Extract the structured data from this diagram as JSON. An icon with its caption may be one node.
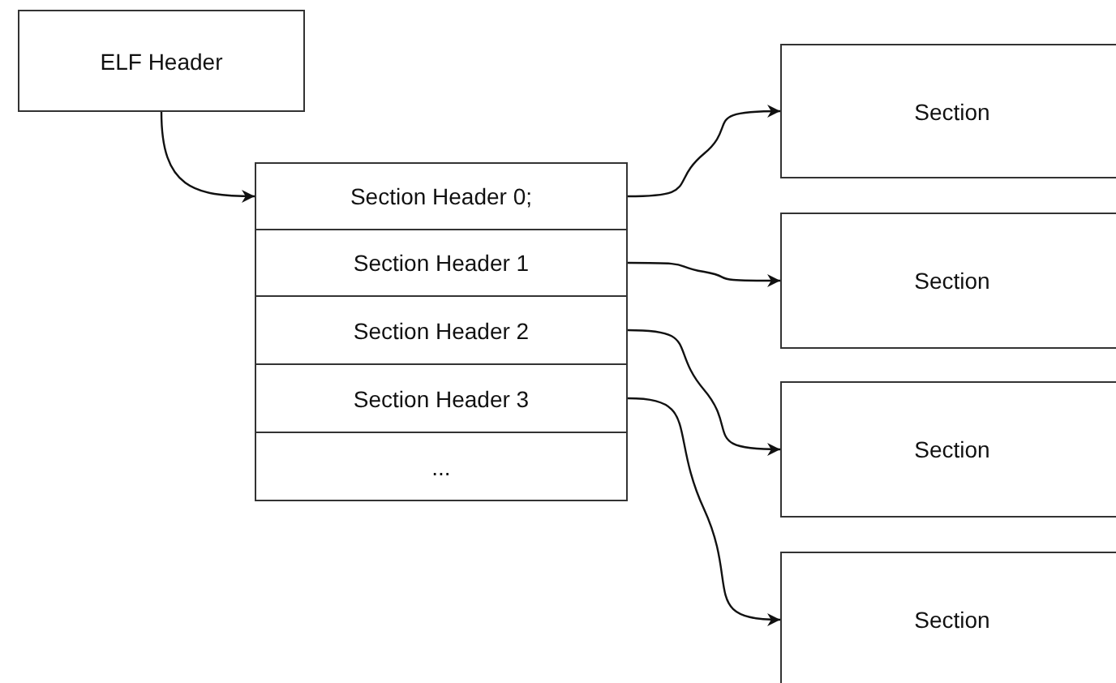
{
  "diagram": {
    "nodes": [
      {
        "text": [
          "ELF Header"
        ]
      },
      {
        "text": [
          "Section Header 0;"
        ]
      },
      {
        "text": [
          "Section Header 1"
        ]
      },
      {
        "text": [
          "Section Header 2"
        ]
      },
      {
        "text": [
          "Section Header 3"
        ]
      },
      {
        "text": [
          "..."
        ]
      },
      {
        "text": [
          "Section"
        ]
      },
      {
        "text": [
          "Section"
        ]
      },
      {
        "text": [
          "Section"
        ]
      },
      {
        "text": [
          "Section"
        ]
      }
    ],
    "edges": [
      {
        "from": 0,
        "to": 1,
        "arrow": "to"
      },
      {
        "from": 1,
        "to": 6,
        "arrow": "to"
      },
      {
        "from": 2,
        "to": 7,
        "arrow": "to"
      },
      {
        "from": 3,
        "to": 8,
        "arrow": "to"
      },
      {
        "from": 4,
        "to": 9,
        "arrow": "to"
      }
    ]
  }
}
